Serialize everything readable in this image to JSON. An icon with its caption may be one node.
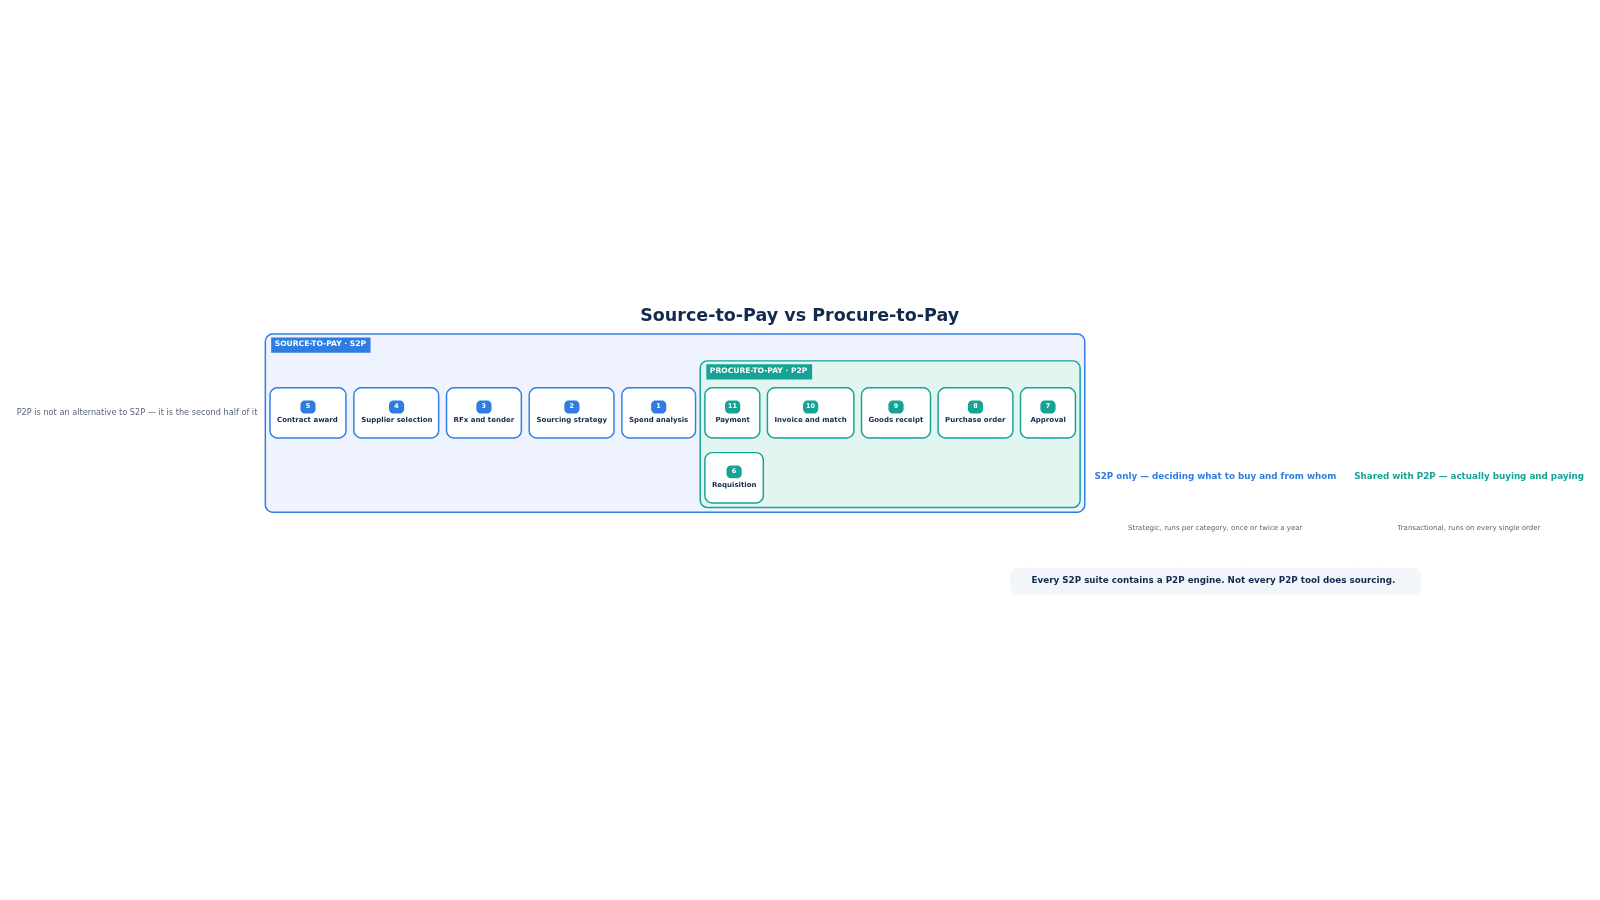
{
  "diagram": {
    "title": "Source-to-Pay vs Procure-to-Pay",
    "nodes": [
      {
        "text": [
          "SOURCE-TO-PAY · S2P"
        ]
      },
      {
        "text": [
          "1",
          "Spend analysis"
        ],
        "in": 0
      },
      {
        "text": [
          "2",
          "Sourcing strategy"
        ],
        "in": 0
      },
      {
        "text": [
          "3",
          "RFx and tender"
        ],
        "in": 0
      },
      {
        "text": [
          "4",
          "Supplier selection"
        ],
        "in": 0
      },
      {
        "text": [
          "5",
          "Contract award"
        ],
        "in": 0
      },
      {
        "text": [
          "PROCURE-TO-PAY · P2P"
        ],
        "in": 0
      },
      {
        "text": [
          "6",
          "Requisition"
        ],
        "in": 6
      },
      {
        "text": [
          "7",
          "Approval"
        ],
        "in": 6
      },
      {
        "text": [
          "8",
          "Purchase order"
        ],
        "in": 6
      },
      {
        "text": [
          "9",
          "Goods receipt"
        ],
        "in": 6
      },
      {
        "text": [
          "10",
          "Invoice and match"
        ],
        "in": 6
      },
      {
        "text": [
          "11",
          "Payment"
        ],
        "in": 6
      },
      {
        "text": [
          "Every S2P suite contains a P2P engine. Not every P2P tool does sourcing."
        ]
      }
    ],
    "labels": [
      "P2P is not an alternative to S2P — it is the second half of it",
      "S2P only — deciding what to buy and from whom",
      "Strategic, runs per category, once or twice a year",
      "Shared with P2P — actually buying and paying",
      "Transactional, runs on every single order"
    ]
  }
}
